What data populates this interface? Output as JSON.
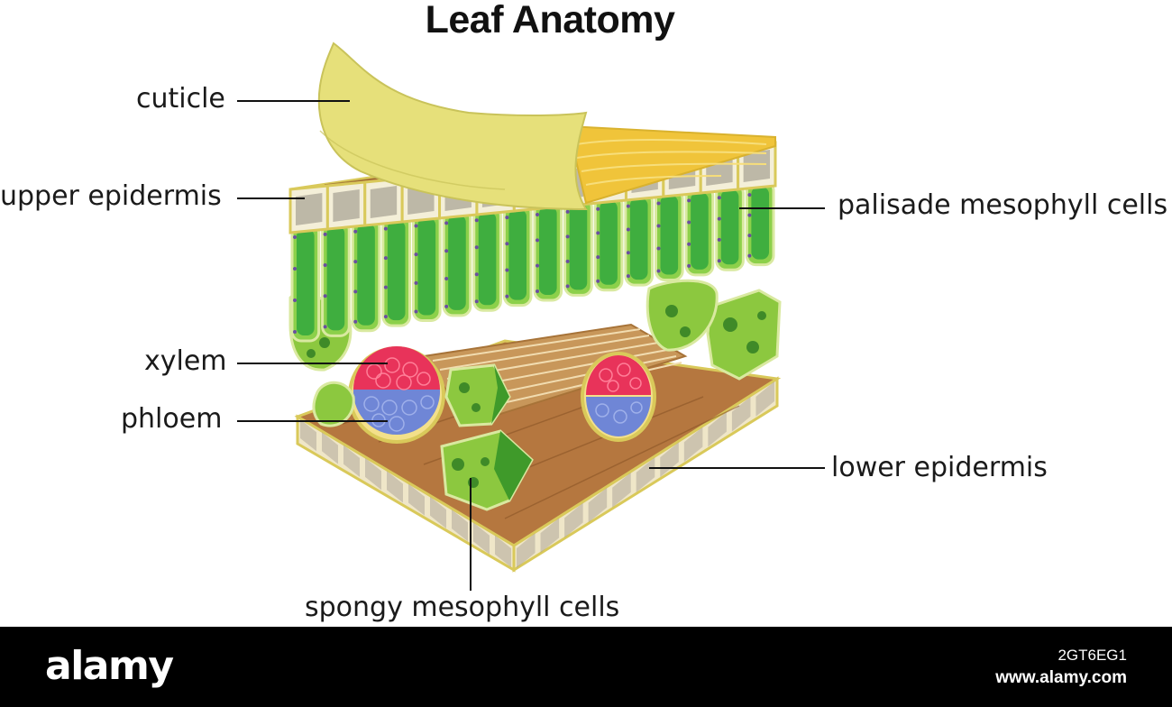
{
  "title": "Leaf Anatomy",
  "labels": {
    "cuticle": "cuticle",
    "upper_epidermis": "upper epidermis",
    "palisade": "palisade mesophyll cells",
    "xylem": "xylem",
    "phloem": "phloem",
    "lower_epidermis": "lower epidermis",
    "spongy": "spongy mesophyll cells"
  },
  "footer": {
    "brand": "alamy",
    "image_id": "2GT6EG1",
    "site": "www.alamy.com"
  },
  "colors": {
    "cuticle": "#e6e07a",
    "epidermis_top": "#b5773f",
    "epidermis_side": "#efe6c8",
    "palisade": "#3fae3f",
    "spongy": "#8cc83f",
    "xylem": "#e8335a",
    "phloem": "#6f86d6",
    "bundle_fibers": "#c8975a",
    "outline": "#d9c95a"
  }
}
